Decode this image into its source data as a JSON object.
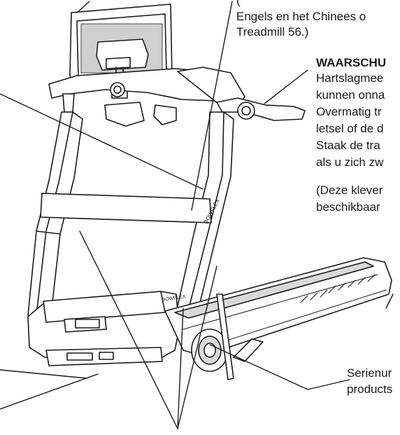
{
  "callouts": {
    "top_right_lines": [
      "(",
      "Engels en het Chinees o",
      "Treadmill 56.)"
    ],
    "warning_title": "WAARSCHU",
    "warning_lines": [
      "Hartslagmee",
      "kunnen onna",
      "Overmatig tr",
      "letsel of de d",
      "Staak de tra",
      "als u zich zw"
    ],
    "sticker_lines": [
      "(Deze klever",
      "beschikbaar"
    ],
    "serial_lines": [
      "Serienur",
      "products"
    ]
  },
  "product_label": {
    "brand_text": "BOWFLEX",
    "side_text": "BOWFLEX"
  },
  "colors": {
    "line": "#1a1a1a",
    "fill": "#ffffff",
    "shade": "#d9d9d9"
  }
}
